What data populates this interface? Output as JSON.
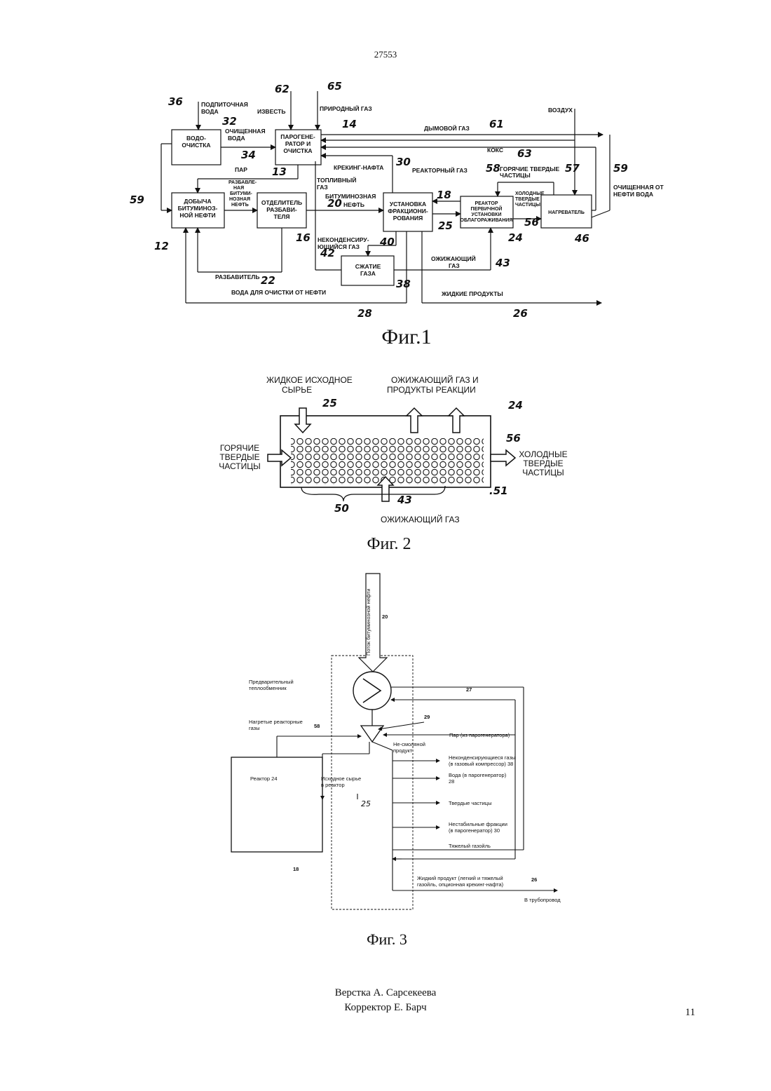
{
  "header": {
    "doc_number": "27553"
  },
  "fig1": {
    "caption": "Фиг.1",
    "boxes": {
      "water_treatment": [
        "ВОДО-",
        "ОЧИСТКА"
      ],
      "steam_gen": [
        "ПАРОГЕНЕ-",
        "РАТОР И",
        "ОЧИСТКА"
      ],
      "extraction": [
        "ДОБЫЧА",
        "БИТУМИНОЗ-",
        "НОЙ НЕФТИ"
      ],
      "separator": [
        "ОТДЕЛИТЕЛЬ",
        "РАЗБАВИ-",
        "ТЕЛЯ"
      ],
      "fractionation": [
        "УСТАНОВКА",
        "ФРАКЦИОНИ-",
        "РОВАНИЯ"
      ],
      "reactor": [
        "РЕАКТОР",
        "ПЕРВИЧНОЙ",
        "УСТАНОВКИ",
        "ОБЛАГОРАЖИВАНИЯ"
      ],
      "heater": [
        "НАГРЕВАТЕЛЬ"
      ],
      "compression": [
        "СЖАТИЕ",
        "ГАЗА"
      ]
    },
    "labels": {
      "makeup_water": [
        "ПОДПИТОЧНАЯ",
        "ВОДА"
      ],
      "lime": "ИЗВЕСТЬ",
      "natural_gas": "ПРИРОДНЫЙ ГАЗ",
      "air": "ВОЗДУХ",
      "treated_water": [
        "ОЧИЩЕННАЯ",
        "ВОДА"
      ],
      "flue_gas": "ДЫМОВОЙ ГАЗ",
      "coke": "КОКС",
      "steam": "ПАР",
      "cracked_naphtha": "КРЕКИНГ-НАФТА",
      "fuel_gas": [
        "ТОПЛИВНЫЙ",
        "ГАЗ"
      ],
      "bitumen_oil": "БИТУМИНОЗНАЯ",
      "oil": "НЕФТЬ",
      "reactor_gas": "РЕАКТОРНЫЙ ГАЗ",
      "hot_solids": [
        "ГОРЯЧИЕ ТВЕРДЫЕ",
        "ЧАСТИЦЫ"
      ],
      "cold_solids": [
        "ХОЛОДНЫЕ",
        "ТВЕРДЫЕ",
        "ЧАСТИЦЫ"
      ],
      "deoiled_water": [
        "ОЧИЩЕННАЯ ОТ",
        "НЕФТИ ВОДА"
      ],
      "diluted_bitumen": [
        "РАЗБАВЛЕ-",
        "НАЯ",
        "БИТУМИ-",
        "НОЗНАЯ",
        "НЕФТЬ"
      ],
      "noncondensable": [
        "НЕКОНДЕНСИРУ-",
        "ЮЩИЙСЯ ГАЗ"
      ],
      "lift_gas": [
        "ОЖИЖАЮЩИЙ",
        "ГАЗ"
      ],
      "diluent": "РАЗБАВИТЕЛЬ",
      "deoil_water": "ВОДА ДЛЯ ОЧИСТКИ ОТ НЕФТИ",
      "liquid_products": "ЖИДКИЕ ПРОДУКТЫ"
    },
    "refs": {
      "r36": "36",
      "r62": "62",
      "r65": "65",
      "r32": "32",
      "r14": "14",
      "r61": "61",
      "r34": "34",
      "r63": "63",
      "r13": "13",
      "r30": "30",
      "r58": "58",
      "r57": "57",
      "r59a": "59",
      "r59b": "59",
      "r18": "18",
      "r20": "20",
      "r12": "12",
      "r16": "16",
      "r25": "25",
      "r24": "24",
      "r56": "56",
      "r46": "46",
      "r40": "40",
      "r42": "42",
      "r43": "43",
      "r38": "38",
      "r22": "22",
      "r28": "28",
      "r26": "26"
    }
  },
  "fig2": {
    "caption": "Фиг. 2",
    "labels": {
      "liquid_feed": [
        "ЖИДКОЕ ИСХОДНОЕ",
        "СЫРЬЕ"
      ],
      "lift_gas_products": [
        "ОЖИЖАЮЩИЙ ГАЗ И",
        "ПРОДУКТЫ РЕАКЦИИ"
      ],
      "hot_solids": [
        "ГОРЯЧИЕ",
        "ТВЕРДЫЕ",
        "ЧАСТИЦЫ"
      ],
      "cold_solids": [
        "ХОЛОДНЫЕ",
        "ТВЕРДЫЕ",
        "ЧАСТИЦЫ"
      ],
      "lift_gas": "ОЖИЖАЮЩИЙ ГАЗ"
    },
    "refs": {
      "r25": "25",
      "r24": "24",
      "r56": "56",
      "r51": ".51",
      "r50": "50",
      "r43": "43"
    }
  },
  "fig3": {
    "caption": "Фиг. 3",
    "labels": {
      "bitumen_stream": "Поток битуминозной нефти",
      "preheater": [
        "Предварительный",
        "теплообменник"
      ],
      "heated_gases": [
        "Нагретые реакторные",
        "газы"
      ],
      "reactor": "Реактор 24",
      "feed_to_reactor": [
        "Исходное   сырье",
        "в реактор"
      ],
      "steam": "Пар (из парогенератора)",
      "non_tar": [
        "Не-смоляной",
        "продукт"
      ],
      "noncond": [
        "Неконденсирующиеся газы",
        "(в газовый компрессор) 38"
      ],
      "water": [
        "Вода  (в  парогенератор)",
        "28"
      ],
      "solids": "Твердые частицы",
      "unstable": [
        "Нестабильные  фракции",
        "(в парогенератор) 30"
      ],
      "heavy_gasoil": "Тяжелый газойль",
      "liquid_product": [
        "Жидкий продукт  (легкий и тяжелый",
        "газойль, опционная крекинг-нафта)"
      ],
      "pipeline": "В трубопровод"
    },
    "refs": {
      "r20": "20",
      "r27": "27",
      "r29": "29",
      "r58": "58",
      "r25": "25",
      "r18": "18",
      "r26": "26"
    }
  },
  "footer": {
    "layout": "Верстка А. Сарсекеева",
    "proof": "Корректор Е. Барч",
    "page": "11"
  }
}
